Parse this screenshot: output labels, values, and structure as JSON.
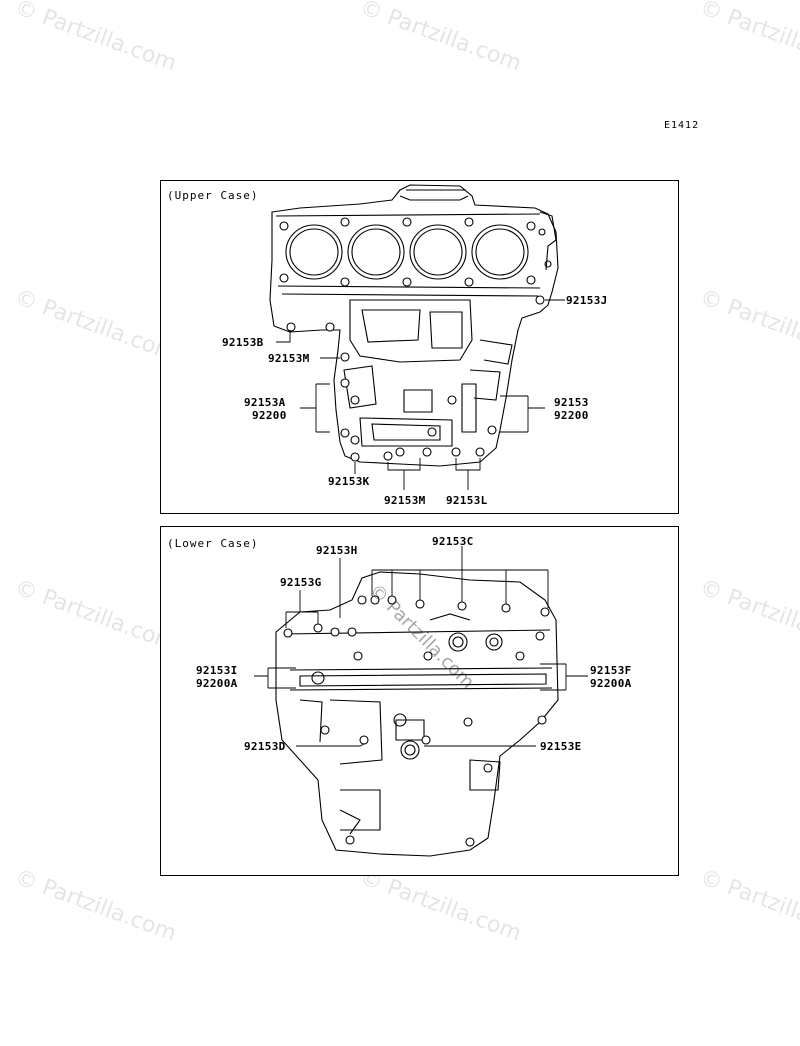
{
  "diagram_code": "E1412",
  "watermark": "© Partzilla.com",
  "upper_panel": {
    "title": "(Upper Case)",
    "labels": {
      "j": "92153J",
      "b": "92153B",
      "m1": "92153M",
      "a": "92153A",
      "a2": "92200",
      "p": "92153",
      "p2": "92200",
      "k": "92153K",
      "m2": "92153M",
      "l": "92153L"
    }
  },
  "lower_panel": {
    "title": "(Lower Case)",
    "labels": {
      "h": "92153H",
      "c": "92153C",
      "g": "92153G",
      "i": "92153I",
      "i2": "92200A",
      "f": "92153F",
      "f2": "92200A",
      "d": "92153D",
      "e": "92153E"
    }
  }
}
